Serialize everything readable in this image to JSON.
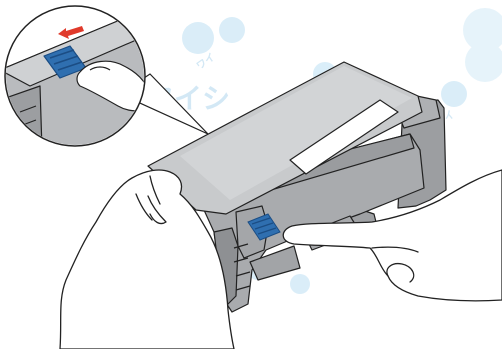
{
  "illustration": {
    "subject": "toner-cartridge-install",
    "colors": {
      "cartridge": "#b9bbbe",
      "cartridge_top": "#d4d6d8",
      "cartridge_dark": "#8f9194",
      "label": "#ffffff",
      "lock_tab": "#2f6fb0",
      "lock_tab_ridge": "#1b4d84",
      "arrow": "#e03a2b",
      "hand_fill": "#ffffff",
      "outline": "#222222",
      "watermark": "#cfe6f4"
    },
    "icons": [
      "hand-icon",
      "arrow-left-icon",
      "lock-tab-icon"
    ]
  },
  "watermark": {
    "text": "ワイシ",
    "sub": "ワイ"
  }
}
